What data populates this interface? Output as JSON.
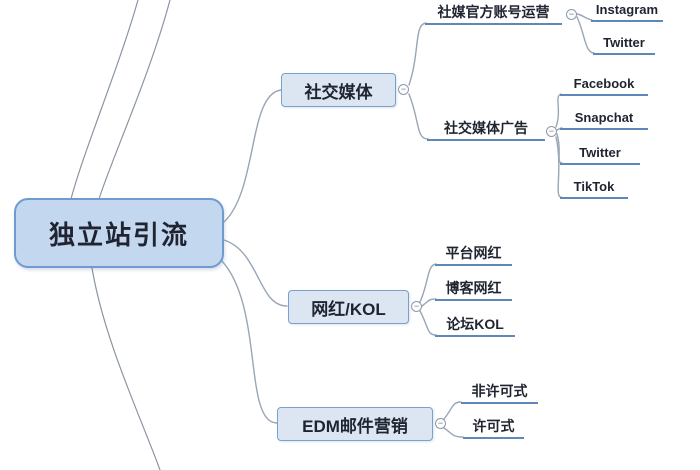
{
  "mindmap": {
    "root": {
      "label": "独立站引流"
    },
    "branches": [
      {
        "label": "社交媒体",
        "children": [
          {
            "label": "社媒官方账号运营",
            "children": [
              {
                "label": "Instagram"
              },
              {
                "label": "Twitter"
              }
            ]
          },
          {
            "label": "社交媒体广告",
            "children": [
              {
                "label": "Facebook"
              },
              {
                "label": "Snapchat"
              },
              {
                "label": "Twitter"
              },
              {
                "label": "TikTok"
              }
            ]
          }
        ]
      },
      {
        "label": "网红/KOL",
        "children": [
          {
            "label": "平台网红"
          },
          {
            "label": "博客网红"
          },
          {
            "label": "论坛KOL"
          }
        ]
      },
      {
        "label": "EDM邮件营销",
        "children": [
          {
            "label": "非许可式"
          },
          {
            "label": "许可式"
          }
        ]
      }
    ]
  },
  "icons": {
    "collapse": "−"
  },
  "colors": {
    "root_fill": "#c3d7ef",
    "root_border": "#6f9bd2",
    "branch_fill": "#dce6f3",
    "branch_border": "#7ba0cc",
    "connector": "#98a6b6",
    "underline": "#5d88b8",
    "text": "#1f2430",
    "collapse_border": "#8c9bab"
  }
}
